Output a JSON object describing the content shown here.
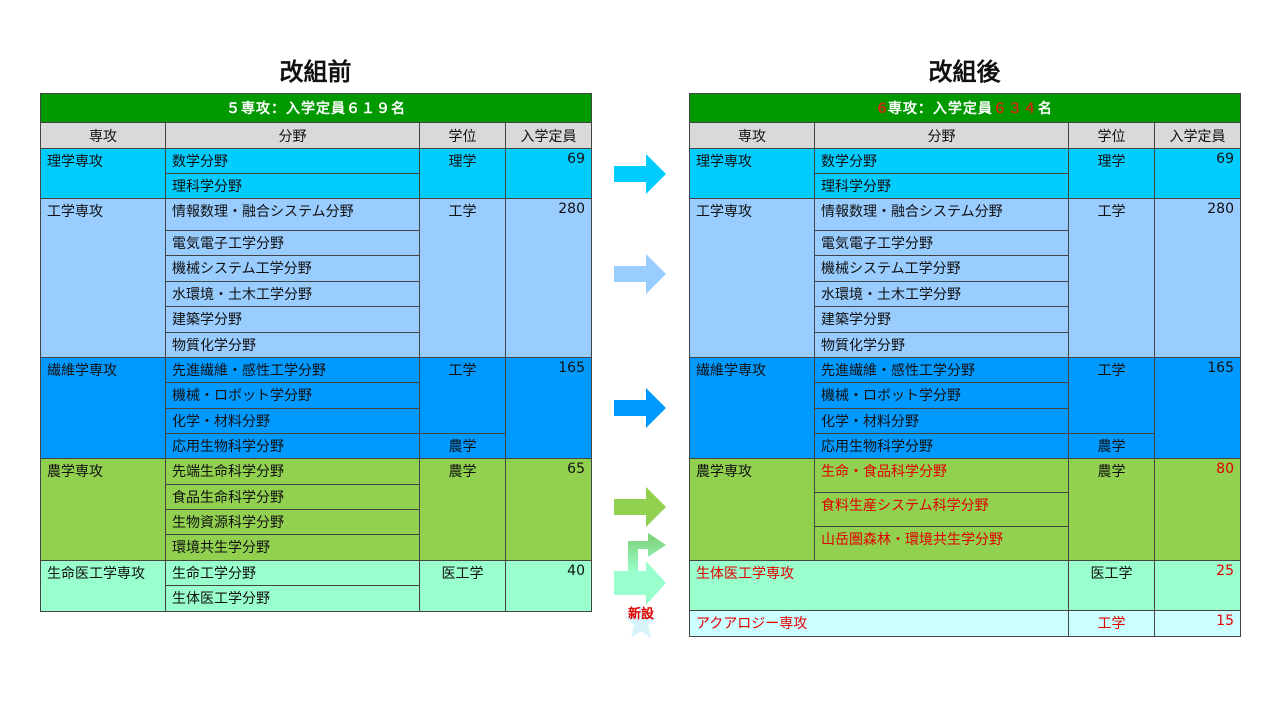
{
  "before": {
    "title": "改組前",
    "banner": "５専攻：入学定員６１９名",
    "headers": [
      "専攻",
      "分野",
      "学位",
      "入学定員"
    ],
    "groups": [
      {
        "major": "理学専攻",
        "color": "#00CCFF",
        "fields": [
          "数学分野",
          "理科学分野"
        ],
        "degrees": [
          {
            "text": "理学",
            "span": 2
          }
        ],
        "capacity": "69",
        "heights": [
          25,
          25
        ]
      },
      {
        "major": "工学専攻",
        "color": "#99CCFF",
        "fields": [
          "情報数理・融合システム分野",
          "電気電子工学分野",
          "機械システム工学分野",
          "水環境・土木工学分野",
          "建築学分野",
          "物質化学分野"
        ],
        "degrees": [
          {
            "text": "工学",
            "span": 6
          }
        ],
        "capacity": "280",
        "heights": [
          32,
          25,
          26,
          25,
          26,
          25
        ]
      },
      {
        "major": "繊維学専攻",
        "color": "#0099FF",
        "fields": [
          "先進繊維・感性工学分野",
          "機械・ロボット学分野",
          "化学・材料分野",
          "応用生物科学分野"
        ],
        "degrees": [
          {
            "text": "工学",
            "span": 3
          },
          {
            "text": "農学",
            "span": 1
          }
        ],
        "capacity": "165",
        "heights": [
          25,
          26,
          25,
          25
        ]
      },
      {
        "major": "農学専攻",
        "color": "#92D050",
        "fields": [
          "先端生命科学分野",
          "食品生命科学分野",
          "生物資源科学分野",
          "環境共生学分野"
        ],
        "degrees": [
          {
            "text": "農学",
            "span": 4
          }
        ],
        "capacity": "65",
        "heights": [
          26,
          25,
          25,
          26
        ]
      },
      {
        "major": "生命医工学専攻",
        "color": "#99FFCC",
        "fields": [
          "生命工学分野",
          "生体医工学分野"
        ],
        "degrees": [
          {
            "text": "医工学",
            "span": 2
          }
        ],
        "capacity": "40",
        "heights": [
          25,
          26
        ]
      }
    ]
  },
  "after": {
    "title": "改組後",
    "banner_parts": [
      {
        "text": "6",
        "red": true
      },
      {
        "text": "専攻：入学定員"
      },
      {
        "text": "６３４",
        "red": true
      },
      {
        "text": "名"
      }
    ],
    "headers": [
      "専攻",
      "分野",
      "学位",
      "入学定員"
    ],
    "groups": [
      {
        "major": "理学専攻",
        "color": "#00CCFF",
        "fields": [
          "数学分野",
          "理科学分野"
        ],
        "degrees": [
          {
            "text": "理学",
            "span": 2
          }
        ],
        "capacity": "69",
        "heights": [
          25,
          25
        ]
      },
      {
        "major": "工学専攻",
        "color": "#99CCFF",
        "fields": [
          "情報数理・融合システム分野",
          "電気電子工学分野",
          "機械システム工学分野",
          "水環境・土木工学分野",
          "建築学分野",
          "物質化学分野"
        ],
        "degrees": [
          {
            "text": "工学",
            "span": 6
          }
        ],
        "capacity": "280",
        "heights": [
          32,
          25,
          26,
          25,
          26,
          25
        ]
      },
      {
        "major": "繊維学専攻",
        "color": "#0099FF",
        "fields": [
          "先進繊維・感性工学分野",
          "機械・ロボット学分野",
          "化学・材料分野",
          "応用生物科学分野"
        ],
        "degrees": [
          {
            "text": "工学",
            "span": 3
          },
          {
            "text": "農学",
            "span": 1
          }
        ],
        "capacity": "165",
        "heights": [
          25,
          26,
          25,
          25
        ]
      },
      {
        "major": "農学専攻",
        "color": "#92D050",
        "fields": [
          "生命・食品科学分野",
          "食料生産システム科学分野",
          "山岳圏森林・環境共生学分野"
        ],
        "fieldsRed": true,
        "degrees": [
          {
            "text": "農学",
            "span": 3
          }
        ],
        "capacity": "80",
        "capRed": true,
        "heights": [
          34,
          34,
          34
        ]
      },
      {
        "major": "生体医工学専攻",
        "color": "#99FFCC",
        "majorRed": true,
        "merged": true,
        "degrees": [
          {
            "text": "医工学",
            "span": 1
          }
        ],
        "capacity": "25",
        "capRed": true,
        "heights": [
          50
        ]
      },
      {
        "major": "アクアロジー専攻",
        "color": "#CCFFFF",
        "majorRed": true,
        "merged": true,
        "degrees": [
          {
            "text": "工学",
            "span": 1,
            "red": true
          }
        ],
        "capacity": "15",
        "capRed": true,
        "heights": [
          26
        ]
      }
    ]
  },
  "new_label": "新設",
  "arrows": [
    {
      "color": "#00CCFF"
    },
    {
      "color": "#99CCFF"
    },
    {
      "color": "#0099FF"
    },
    {
      "color": "#92D050"
    }
  ]
}
